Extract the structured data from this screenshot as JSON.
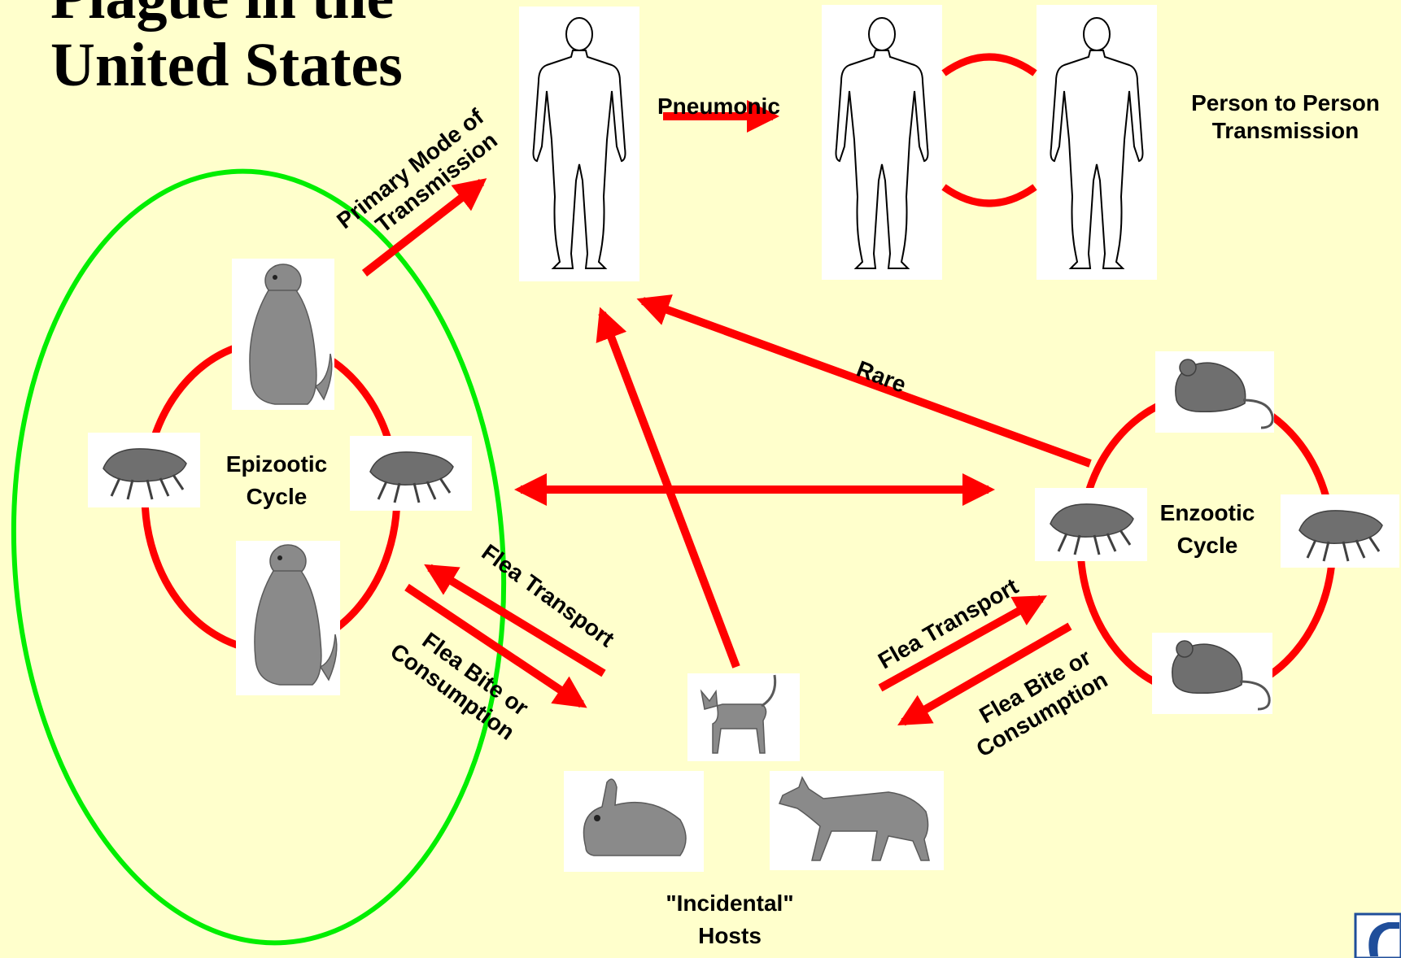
{
  "title": {
    "line1": "Plague in the",
    "line2": "United States"
  },
  "labels": {
    "primary_mode_line1": "Primary Mode of",
    "primary_mode_line2": "Transmission",
    "pneumonic": "Pneumonic",
    "person_to_person_line1": "Person to Person",
    "person_to_person_line2": "Transmission",
    "rare": "Rare",
    "epizootic_line1": "Epizootic",
    "epizootic_line2": "Cycle",
    "enzootic_line1": "Enzootic",
    "enzootic_line2": "Cycle",
    "flea_transport_left": "Flea Transport",
    "flea_bite_left_line1": "Flea Bite or",
    "flea_bite_left_line2": "Consumption",
    "flea_transport_right": "Flea Transport",
    "flea_bite_right_line1": "Flea Bite or",
    "flea_bite_right_line2": "Consumption",
    "incidental_line1": "\"Incidental\"",
    "incidental_line2": "Hosts"
  },
  "colors": {
    "background": "#ffffcc",
    "arrow": "#ff0000",
    "epizootic_boundary": "#00ee00",
    "logo": "#1f4e9a"
  },
  "icons": {
    "human": "human-figure-icon",
    "prairie_dog": "prairie-dog-icon",
    "flea": "flea-icon",
    "mouse": "mouse-icon",
    "cat": "cat-icon",
    "rabbit": "rabbit-icon",
    "coyote": "coyote-icon",
    "logo": "cdc-logo-icon"
  }
}
